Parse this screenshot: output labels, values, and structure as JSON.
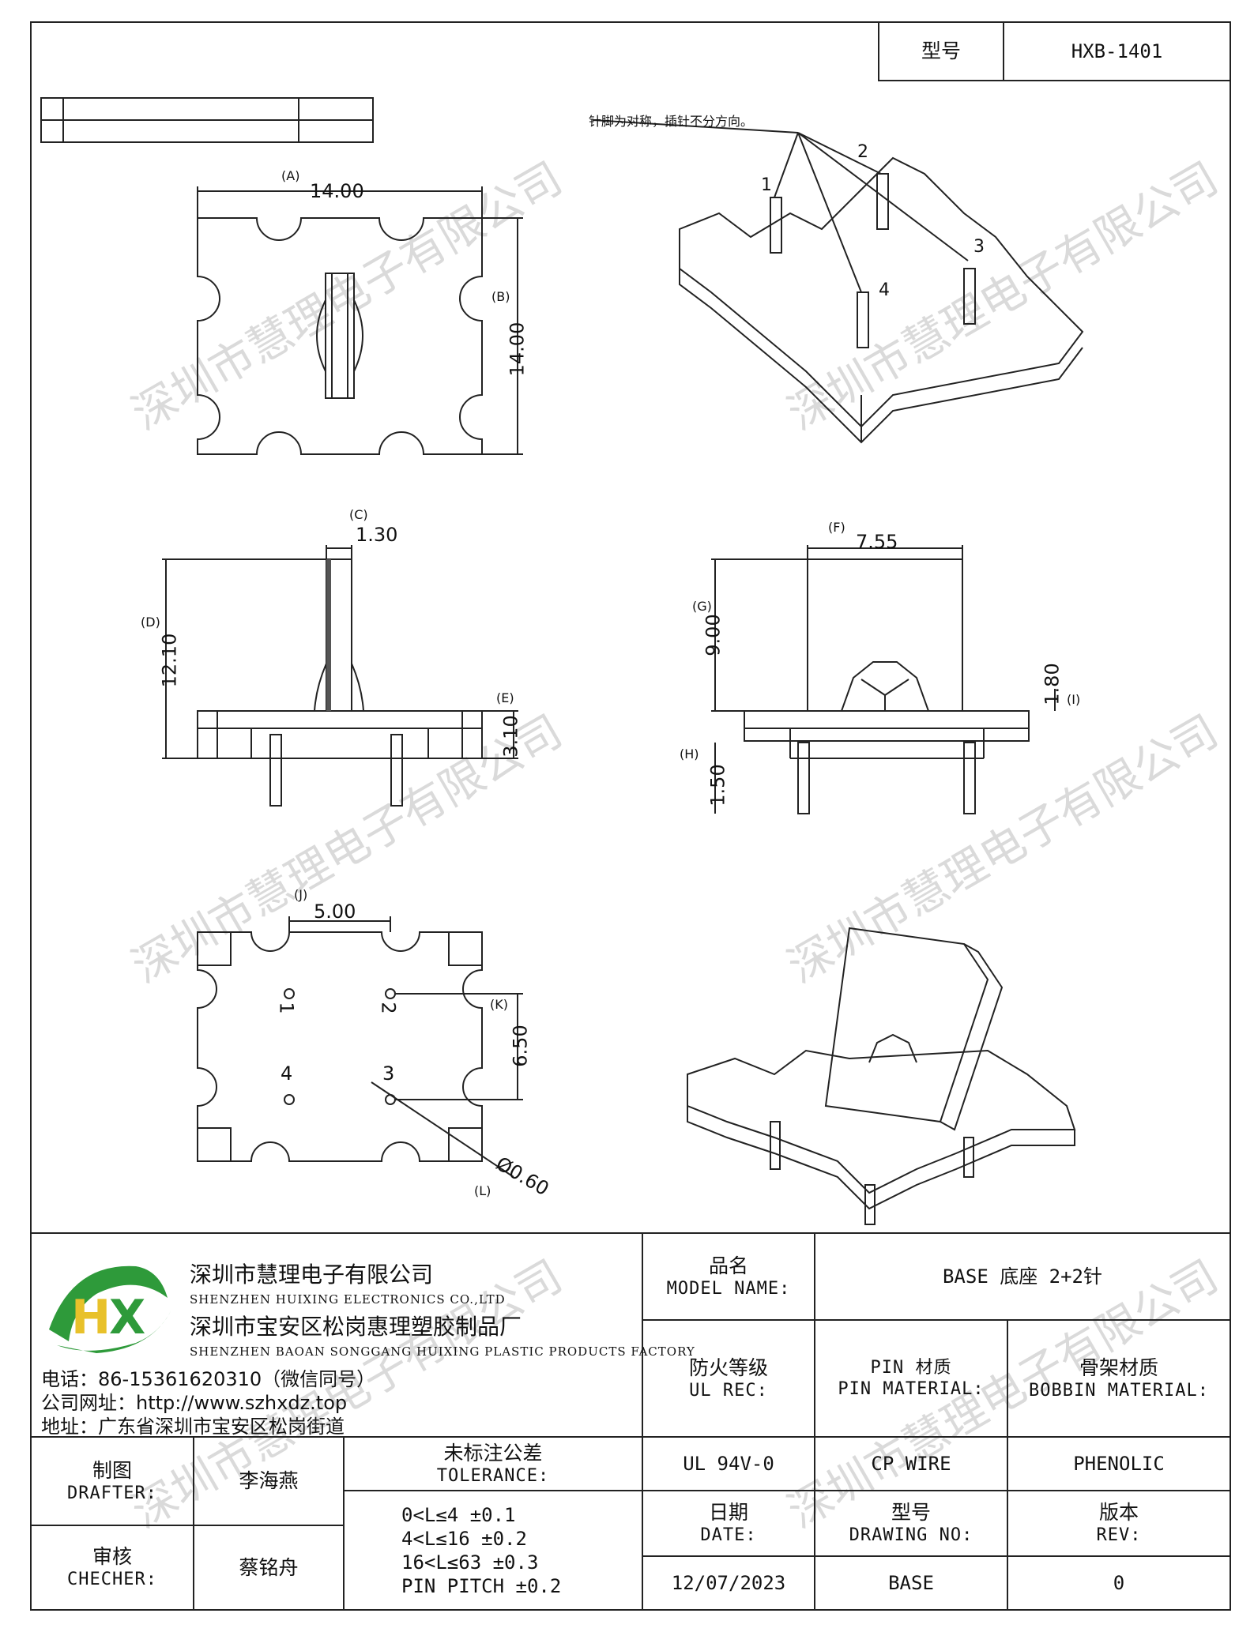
{
  "header": {
    "model_label": "型号",
    "model_value": "HXB-1401"
  },
  "note": "针脚为对称，插针不分方向。",
  "dims": {
    "A": {
      "tag": "(A)",
      "value": "14.00"
    },
    "B": {
      "tag": "(B)",
      "value": "14.00"
    },
    "C": {
      "tag": "(C)",
      "value": "1.30"
    },
    "D": {
      "tag": "(D)",
      "value": "12.10"
    },
    "E": {
      "tag": "(E)",
      "value": "3.10"
    },
    "F": {
      "tag": "(F)",
      "value": "7.55"
    },
    "G": {
      "tag": "(G)",
      "value": "9.00"
    },
    "H": {
      "tag": "(H)",
      "value": "1.50"
    },
    "I": {
      "tag": "(I)",
      "value": "1.80"
    },
    "J": {
      "tag": "(J)",
      "value": "5.00"
    },
    "K": {
      "tag": "(K)",
      "value": "6.50"
    },
    "L": {
      "tag": "(L)",
      "value": "Ø0.60"
    }
  },
  "pins": [
    "1",
    "2",
    "3",
    "4"
  ],
  "watermark": "深圳市慧理电子有限公司",
  "company": {
    "name_cn": "深圳市慧理电子有限公司",
    "name_en": "SHENZHEN HUIXING ELECTRONICS CO.,LTD",
    "factory_cn": "深圳市宝安区松岗惠理塑胶制品厂",
    "factory_en": "SHENZHEN BAOAN SONGGANG HUIXING PLASTIC PRODUCTS FACTORY",
    "phone": "电话：86-15361620310（微信同号）",
    "website": "公司网址：http://www.szhxdz.top",
    "address": "地址：广东省深圳市宝安区松岗街道",
    "logo_text": "HX"
  },
  "table": {
    "model_name_cn": "品名",
    "model_name_en": "MODEL NAME:",
    "model_name_value": "BASE 底座 2+2针",
    "ul_cn": "防火等级",
    "ul_en": "UL REC:",
    "pin_cn": "PIN 材质",
    "pin_en": "PIN MATERIAL:",
    "bobbin_cn": "骨架材质",
    "bobbin_en": "BOBBIN MATERIAL:",
    "ul_value": "UL 94V-0",
    "pin_value": "CP WIRE",
    "bobbin_value": "PHENOLIC",
    "drafter_cn": "制图",
    "drafter_en": "DRAFTER:",
    "drafter_value": "李海燕",
    "checker_cn": "审核",
    "checker_en": "CHECHER:",
    "checker_value": "蔡铭舟",
    "tol_cn": "未标注公差",
    "tol_en": "TOLERANCE:",
    "tol_lines": [
      "0<L≤4  ±0.1",
      "4<L≤16 ±0.2",
      "16<L≤63 ±0.3",
      "PIN PITCH ±0.2"
    ],
    "date_cn": "日期",
    "date_en": "DATE:",
    "date_value": "12/07/2023",
    "dwg_cn": "型号",
    "dwg_en": "DRAWING NO:",
    "dwg_value": "BASE",
    "rev_cn": "版本",
    "rev_en": "REV:",
    "rev_value": "0"
  }
}
